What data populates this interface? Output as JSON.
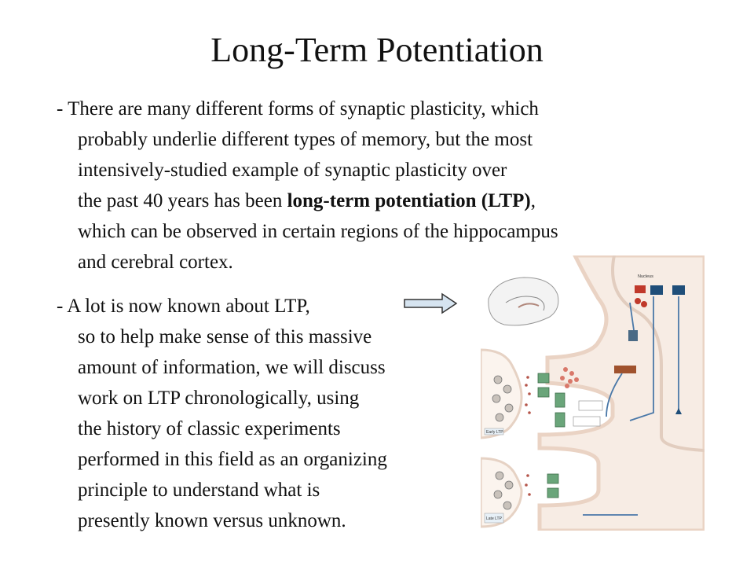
{
  "slide": {
    "title": "Long-Term Potentiation",
    "paragraph1": {
      "line1": "- There are many different forms of synaptic plasticity, which",
      "line2": "probably underlie different types of memory, but the most",
      "line3": "intensively-studied example of synaptic plasticity over",
      "line4_pre": "the past 40 years has been ",
      "line4_bold": "long-term potentiation (LTP)",
      "line4_post": ",",
      "line5": "which can be observed in certain regions of the hippocampus",
      "line6": "and cerebral cortex."
    },
    "paragraph2": {
      "lines": [
        "- A lot is now known about LTP,",
        "so to help make sense of this massive",
        "amount of information, we will discuss",
        "work on LTP chronologically, using",
        "the history of classic experiments",
        "performed in this field as an organizing",
        "principle to understand what is",
        "presently known versus unknown."
      ]
    },
    "figure": {
      "labels": {
        "nucleus": "Nucleus",
        "early_ltp": "Early LTP",
        "late_ltp": "Late LTP"
      }
    },
    "colors": {
      "background": "#ffffff",
      "text": "#111111",
      "figure_background": "#f7ece4",
      "figure_membrane": "#ead3c4",
      "arrow_fill": "#d6e4f0",
      "arrow_stroke": "#333333"
    }
  }
}
